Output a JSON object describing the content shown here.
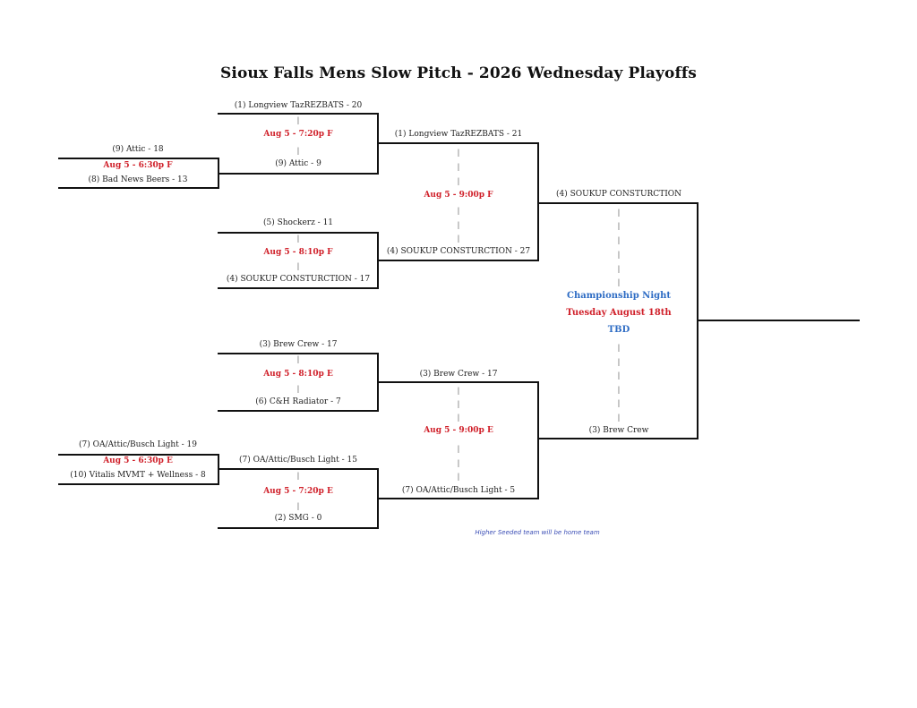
{
  "title": "Sioux Falls Mens Slow Pitch - 2026 Wednesday Playoffs",
  "colors": {
    "game_time": "#d0202a",
    "championship_blue": "#2e6cc4",
    "note_blue": "#3a4db5"
  },
  "separator": "|",
  "round0": {
    "top": {
      "team_top": "(9) Attic - 18",
      "game": "Aug 5 - 6:30p F",
      "team_bottom": "(8) Bad News Beers - 13"
    },
    "bottom": {
      "team_top": "(7) OA/Attic/Busch Light - 19",
      "game": "Aug 5 - 6:30p E",
      "team_bottom": "(10) Vitalis MVMT + Wellness - 8"
    }
  },
  "round1": [
    {
      "team_top": "(1) Longview TazREZBATS - 20",
      "game": "Aug 5 - 7:20p F",
      "team_bottom": "(9) Attic - 9"
    },
    {
      "team_top": "(5) Shockerz - 11",
      "game": "Aug 5 - 8:10p F",
      "team_bottom": "(4) SOUKUP CONSTURCTION - 17"
    },
    {
      "team_top": "(3) Brew Crew - 17",
      "game": "Aug 5 - 8:10p E",
      "team_bottom": "(6) C&H Radiator - 7"
    },
    {
      "team_top": "(7) OA/Attic/Busch Light - 15",
      "game": "Aug 5 - 7:20p E",
      "team_bottom": "(2) SMG - 0"
    }
  ],
  "round2": [
    {
      "team_top": "(1) Longview TazREZBATS - 21",
      "game": "Aug 5 - 9:00p F",
      "team_bottom": "(4) SOUKUP CONSTURCTION - 27"
    },
    {
      "team_top": "(3) Brew Crew - 17",
      "game": "Aug 5 - 9:00p E",
      "team_bottom": "(7) OA/Attic/Busch Light - 5"
    }
  ],
  "final": {
    "team_top": "(4) SOUKUP CONSTURCTION",
    "line1": "Championship Night",
    "line2": "Tuesday August 18th",
    "line3": "TBD",
    "team_bottom": "(3) Brew Crew"
  },
  "note": "Higher Seeded team will be home team"
}
